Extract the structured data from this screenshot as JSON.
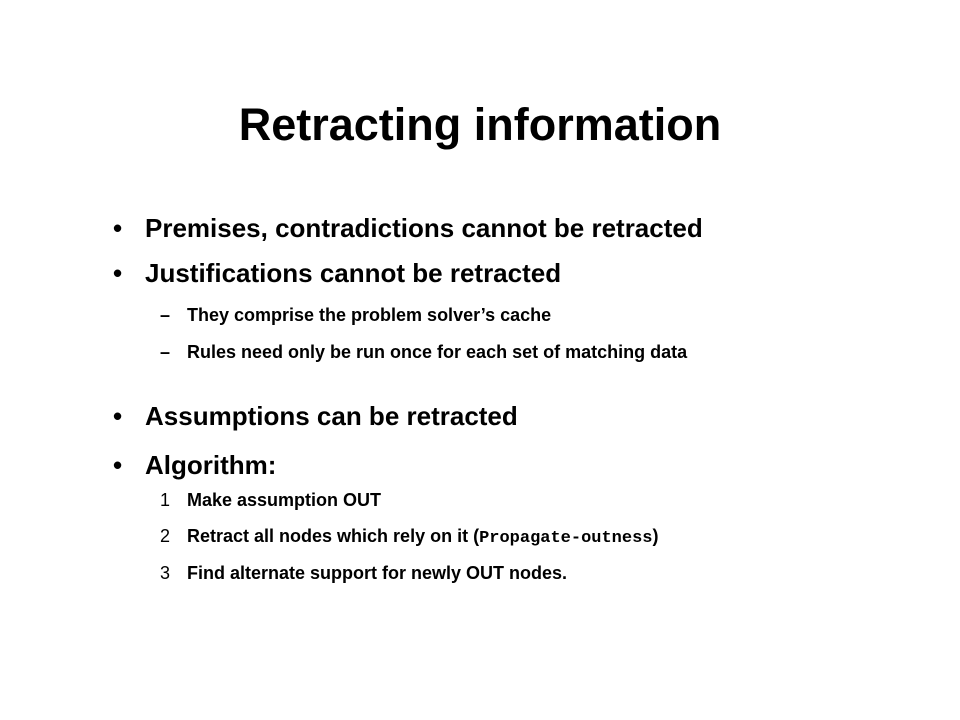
{
  "slide": {
    "title": "Retracting information",
    "bullet_mark": "•",
    "dash_mark": "–",
    "bullets": [
      {
        "label": "Premises, contradictions cannot be retracted"
      },
      {
        "label": "Justifications cannot be retracted"
      },
      {
        "label": "Assumptions can be retracted"
      },
      {
        "label": "Algorithm:"
      }
    ],
    "subbullets": [
      {
        "label": "They comprise the problem solver’s cache"
      },
      {
        "label": "Rules need only be run once for each set of matching data"
      }
    ],
    "steps": [
      {
        "num": "1",
        "label": "Make assumption OUT"
      },
      {
        "num": "2",
        "label_before": "Retract all nodes which rely on it (",
        "code": "Propagate-outness",
        "label_after": ")"
      },
      {
        "num": "3",
        "label": "Find alternate support for newly OUT nodes."
      }
    ]
  }
}
